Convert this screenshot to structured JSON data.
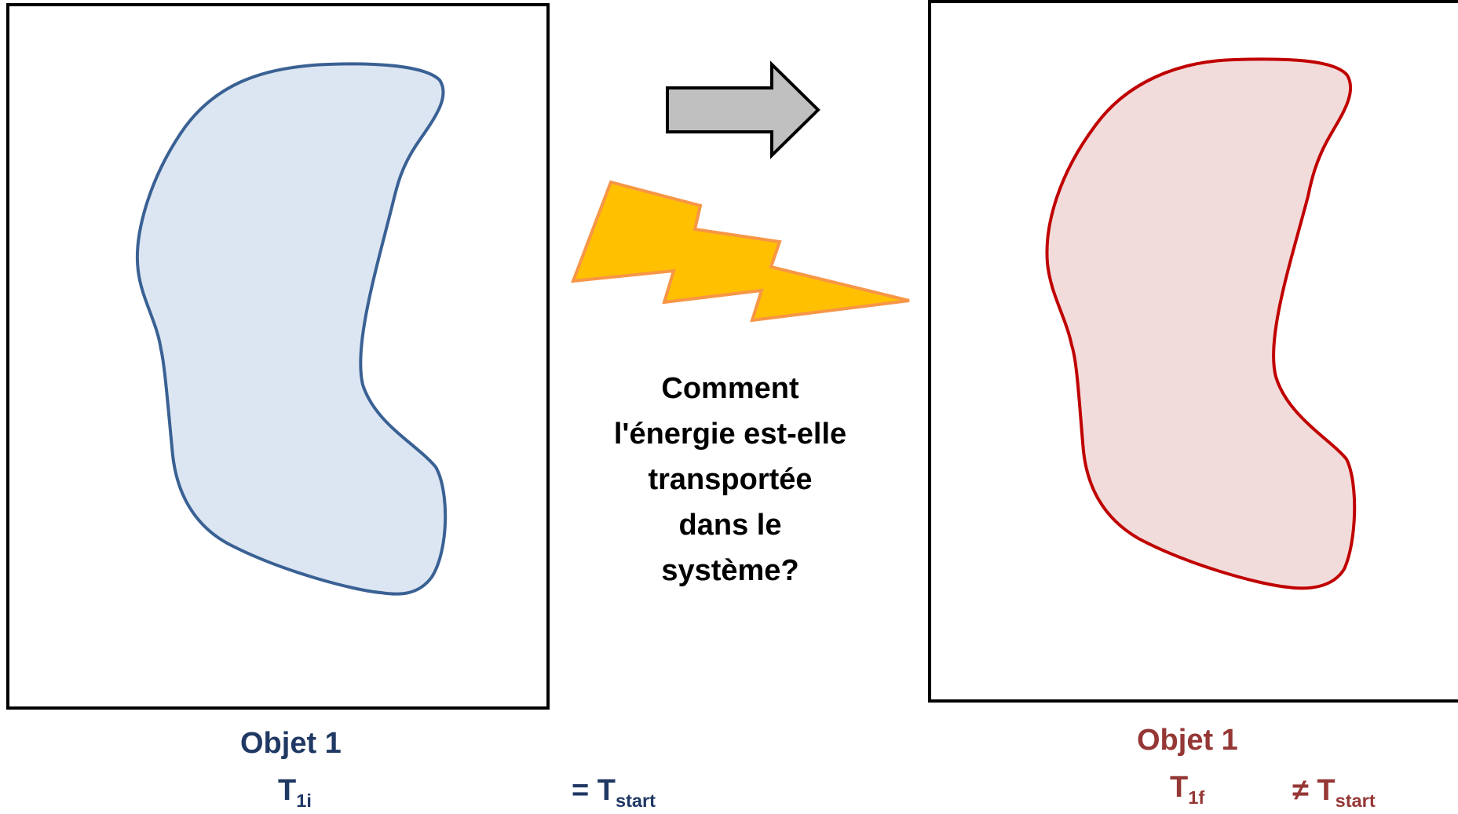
{
  "question": "Comment l'énergie est-elle transportée dans le système?",
  "left_panel": {
    "title": "Objet 1",
    "temp_symbol": "T",
    "temp_sub": "1i",
    "relation": "= T",
    "relation_sub": "start",
    "color": "#1f3864",
    "shape_fill": "#dce6f2",
    "shape_stroke": "#3a6194"
  },
  "right_panel": {
    "title": "Objet 1",
    "temp_symbol": "T",
    "temp_sub": "1f",
    "relation": "≠ T",
    "relation_sub": "start",
    "color": "#953735",
    "shape_fill": "#f2dcdb",
    "shape_stroke": "#c00000"
  },
  "arrow": {
    "fill": "#c0c0c0",
    "stroke": "#000000"
  },
  "lightning": {
    "fill": "#ffc000",
    "stroke": "#f79646"
  }
}
